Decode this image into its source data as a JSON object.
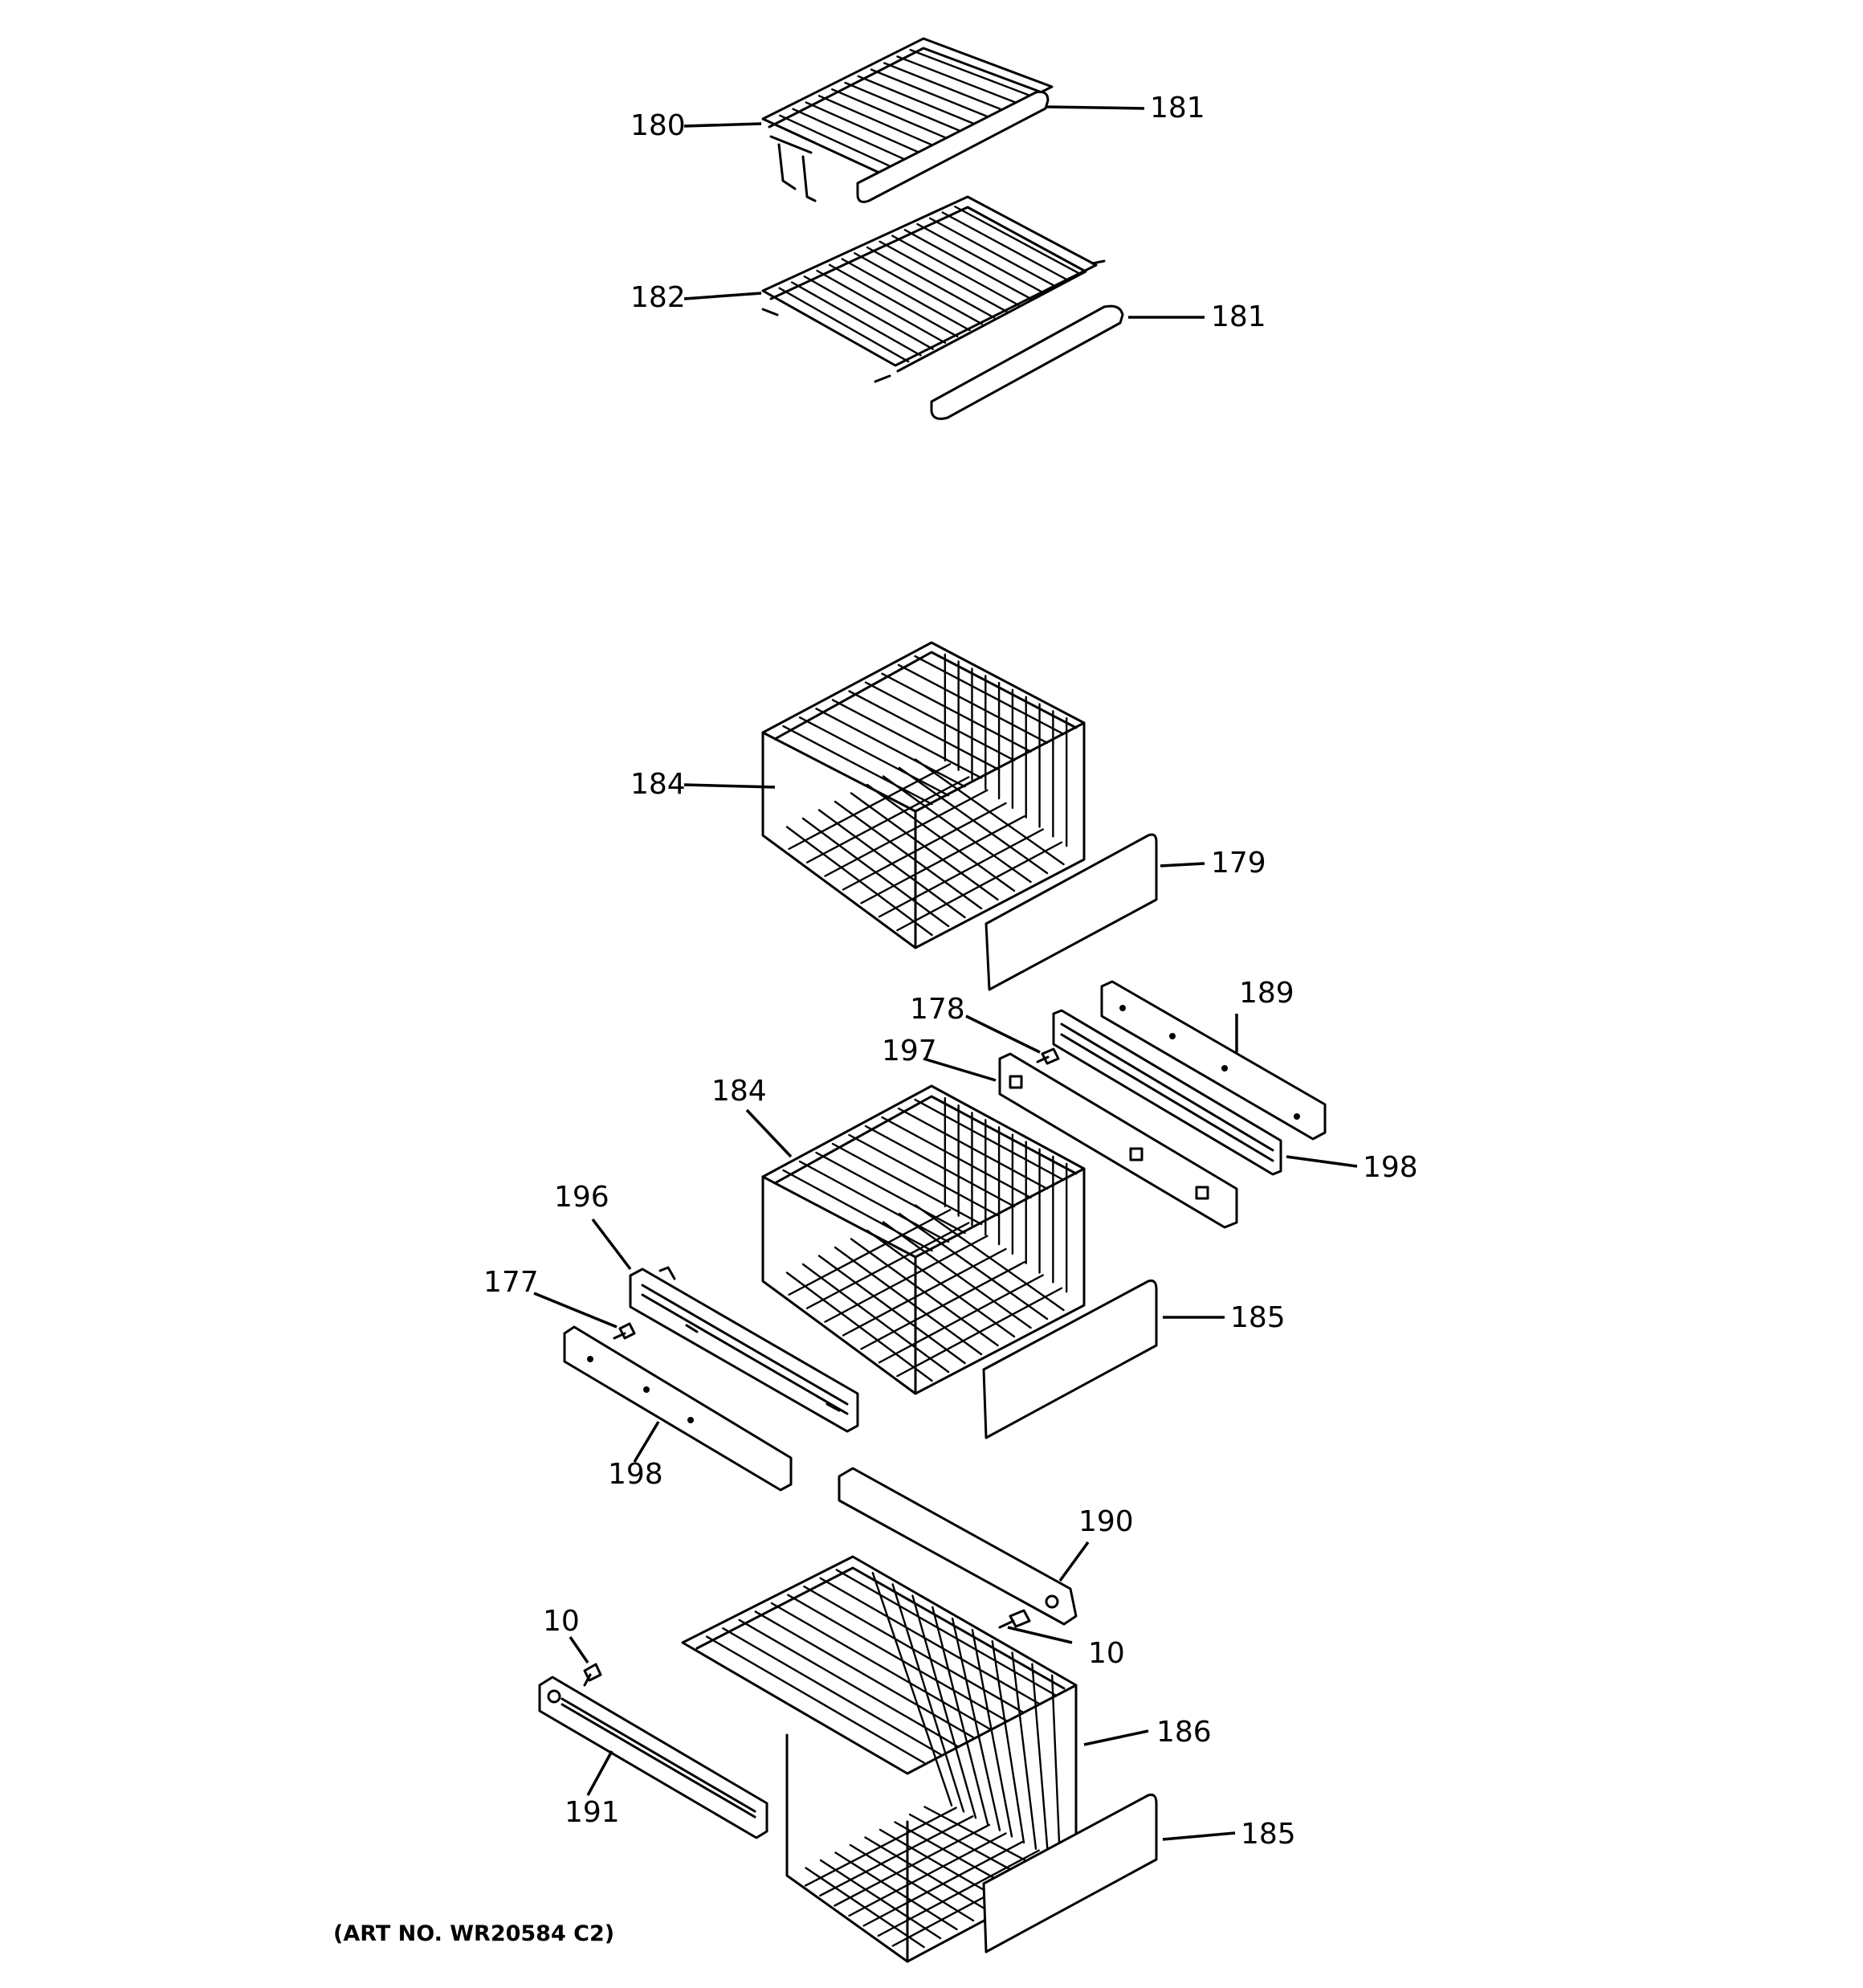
{
  "callouts": {
    "c180": "180",
    "c181a": "181",
    "c182": "182",
    "c181b": "181",
    "c184a": "184",
    "c179": "179",
    "c178": "178",
    "c189": "189",
    "c197": "197",
    "c184b": "184",
    "c198a": "198",
    "c196": "196",
    "c177": "177",
    "c185a": "185",
    "c198b": "198",
    "c190": "190",
    "c10a": "10",
    "c10b": "10",
    "c186": "186",
    "c191": "191",
    "c185b": "185"
  },
  "art_number": "(ART NO. WR20584 C2)"
}
